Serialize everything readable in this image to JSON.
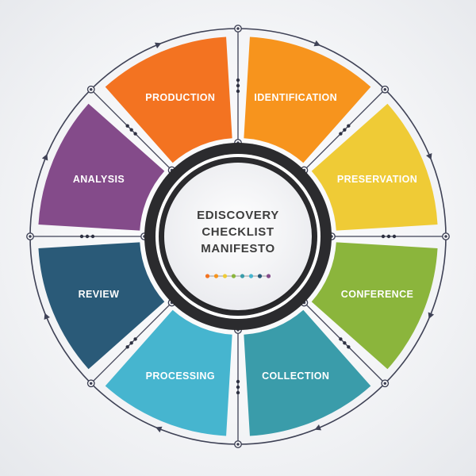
{
  "center": {
    "title_lines": [
      "EDISCOVERY",
      "CHECKLIST",
      "MANIFESTO"
    ]
  },
  "segments": [
    {
      "label": "IDENTIFICATION",
      "color": "#F7941D"
    },
    {
      "label": "PRESERVATION",
      "color": "#EFCB36"
    },
    {
      "label": "CONFERENCE",
      "color": "#8BB53C"
    },
    {
      "label": "COLLECTION",
      "color": "#3A9CAA"
    },
    {
      "label": "PROCESSING",
      "color": "#46B5CF"
    },
    {
      "label": "REVIEW",
      "color": "#2A5A78"
    },
    {
      "label": "ANALYSIS",
      "color": "#844B8A"
    },
    {
      "label": "PRODUCTION",
      "color": "#F37321"
    }
  ],
  "legend_dot_colors": [
    "#F37321",
    "#F7941D",
    "#EFCB36",
    "#8BB53C",
    "#3A9CAA",
    "#46B5CF",
    "#2A5A78",
    "#844B8A"
  ],
  "ring_color": "#3f4256",
  "hub_ring_color": "#2b2b2e"
}
